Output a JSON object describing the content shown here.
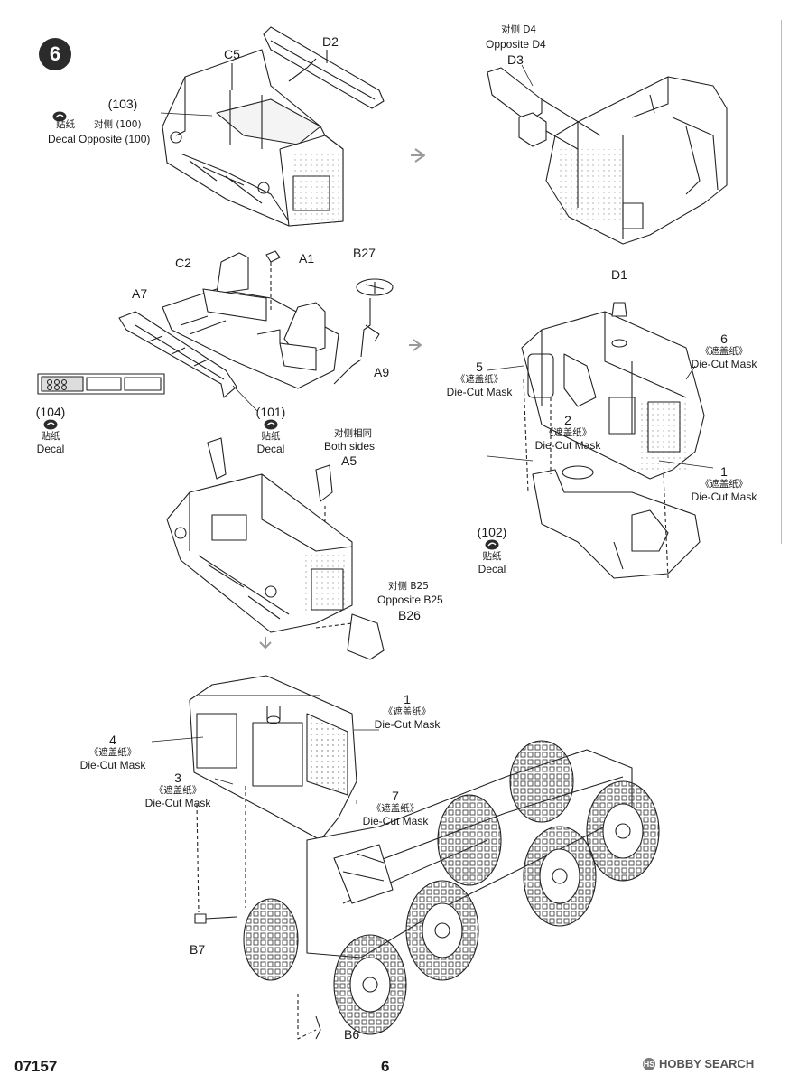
{
  "step_number": "6",
  "labels": {
    "c5": "C5",
    "d2": "D2",
    "p103": "(103)",
    "decal_cn": "贴纸",
    "opp100_cn": "对侧 (100)",
    "decal_opp100": "Decal Opposite (100)",
    "opp_d4_cn": "对侧 D4",
    "opp_d4": "Opposite D4",
    "d3": "D3",
    "c2": "C2",
    "a1": "A1",
    "b27": "B27",
    "a7": "A7",
    "a9": "A9",
    "d1": "D1",
    "m5_num": "5",
    "mask_cn": "《遮盖纸》",
    "die_cut_mask": "Die-Cut Mask",
    "m6_num": "6",
    "p104": "(104)",
    "decal_en": "Decal",
    "p101": "(101)",
    "m2_num": "2",
    "both_sides_cn": "对侧相同",
    "both_sides": "Both sides",
    "a5": "A5",
    "m1_num": "1",
    "p102": "(102)",
    "opp_b25_cn": "对侧 B25",
    "opp_b25": "Opposite B25",
    "b26": "B26",
    "m4_num": "4",
    "m3_num": "3",
    "m7_num": "7",
    "b7": "B7",
    "b6": "B6"
  },
  "footer": {
    "kit_number": "07157",
    "page_number": "6",
    "watermark": "HOBBY SEARCH"
  }
}
